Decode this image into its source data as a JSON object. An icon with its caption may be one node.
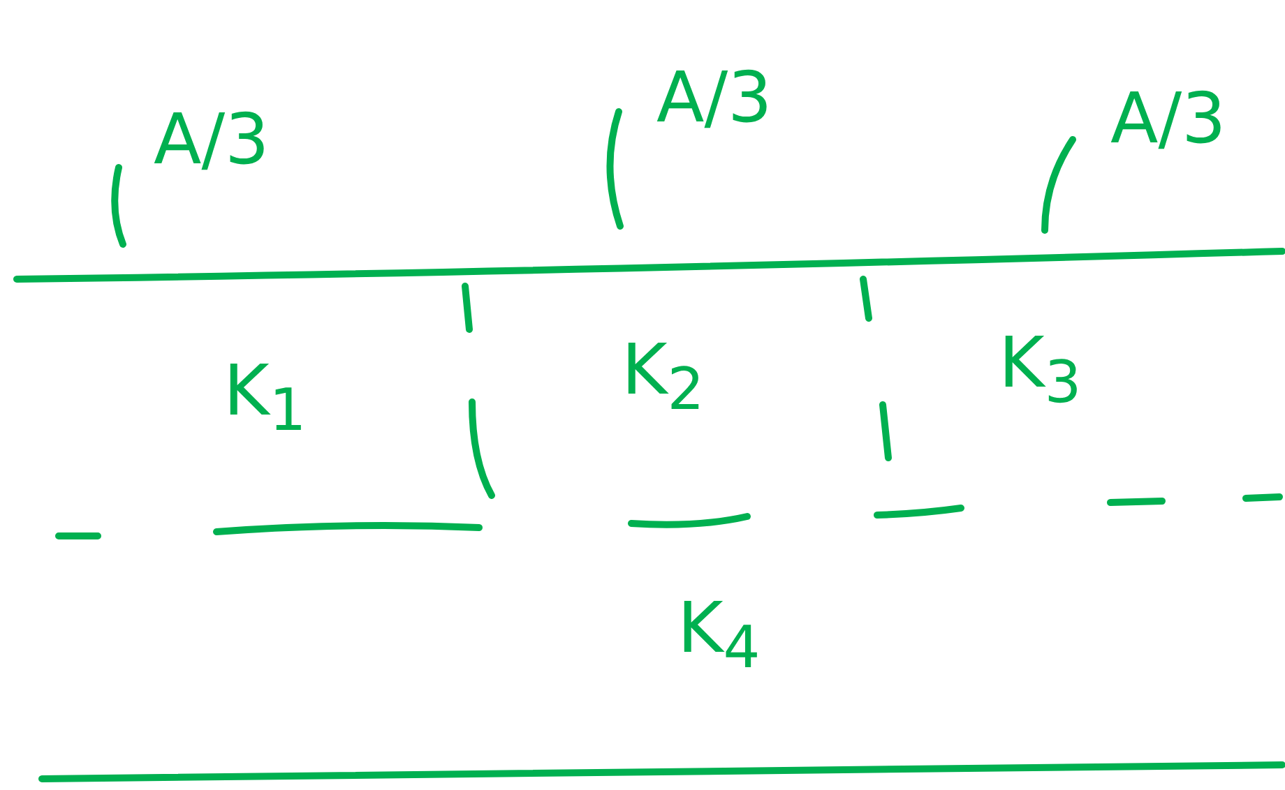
{
  "diagram": {
    "labels": [
      "A/3",
      "A/3",
      "A/3",
      "K$_{1}$",
      "K$_{2}$",
      "K$_{3}$",
      "K$_{4}$"
    ]
  }
}
